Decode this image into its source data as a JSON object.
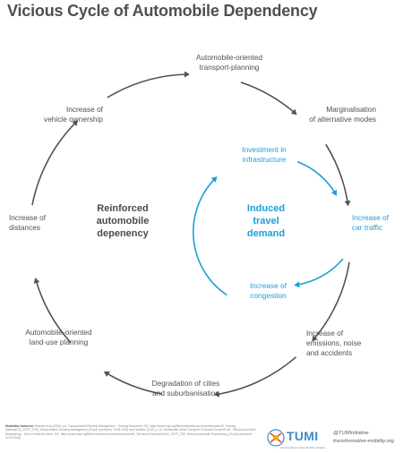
{
  "title": "Vicious Cycle of Automobile Dependency",
  "outer_nodes": {
    "n1": "Automobile-oriented\ntransport-planning",
    "n2": "Marginalisation\nof alternative modes",
    "n3": "Increase of\ncar traffic",
    "n4": "Increase of\nemissions, noise\nand accidents",
    "n5": "Degradation of cities\nand suburbanisation",
    "n6": "Automobile-oriented\nland-use planning",
    "n7": "Increase of\ndistances",
    "n8": "Increase of\nvehicle ownership"
  },
  "inner_nodes": {
    "i1": "Investment in\ninfrastructure",
    "i2": "Increase of\ncongestion"
  },
  "center_left": "Reinforced\nautomobile\ndepenency",
  "center_right": "Induced\ntravel\ndemand",
  "footer": {
    "source_label": "Illustration based on:",
    "source_text": "Brandes et al (2009), p.6, Transportation Demand Management - Training Document, GIZ. https://www.sutp.org/files/contents/documents/resources/B_Training-Material/GIZ_SUTP_TDM_Transportation-Demand-Management_EN.pdf (accessed: 14.08.2018) and Hazelton (2011), p.10, Sustainable Urban Transport Technical Document #8 - Rising Automobile Dependency - How to break the trend, GIZ. https://www.sutp.org/files/contents/documents/resources/B_Technical-Documents/GIZ_SUTP_TDK_Rising-Automobile-Dependency_EN.pdf (accessed: 14.08.2018)",
    "logo_word": "TUMI",
    "logo_sub": "Transformative Urban Mobility Initiative",
    "handle": "@TUMInitiative",
    "website": "transformative-mobility.org"
  },
  "colors": {
    "grey_arrow": "#525252",
    "blue_arrow": "#1b9fd7",
    "tumi_blue": "#3e8ac5"
  }
}
